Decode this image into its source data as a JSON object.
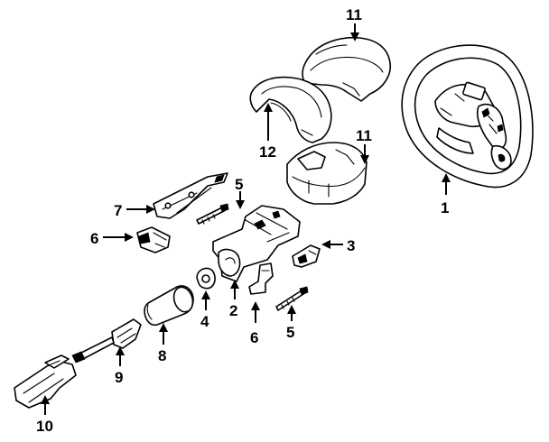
{
  "diagram": {
    "callouts": [
      {
        "id": "c1",
        "number": "1"
      },
      {
        "id": "c2",
        "number": "2"
      },
      {
        "id": "c3",
        "number": "3"
      },
      {
        "id": "c4",
        "number": "4"
      },
      {
        "id": "c5a",
        "number": "5"
      },
      {
        "id": "c5b",
        "number": "5"
      },
      {
        "id": "c6a",
        "number": "6"
      },
      {
        "id": "c6b",
        "number": "6"
      },
      {
        "id": "c7",
        "number": "7"
      },
      {
        "id": "c8",
        "number": "8"
      },
      {
        "id": "c9",
        "number": "9"
      },
      {
        "id": "c10",
        "number": "10"
      },
      {
        "id": "c11a",
        "number": "11"
      },
      {
        "id": "c11b",
        "number": "11"
      },
      {
        "id": "c12",
        "number": "12"
      }
    ]
  }
}
